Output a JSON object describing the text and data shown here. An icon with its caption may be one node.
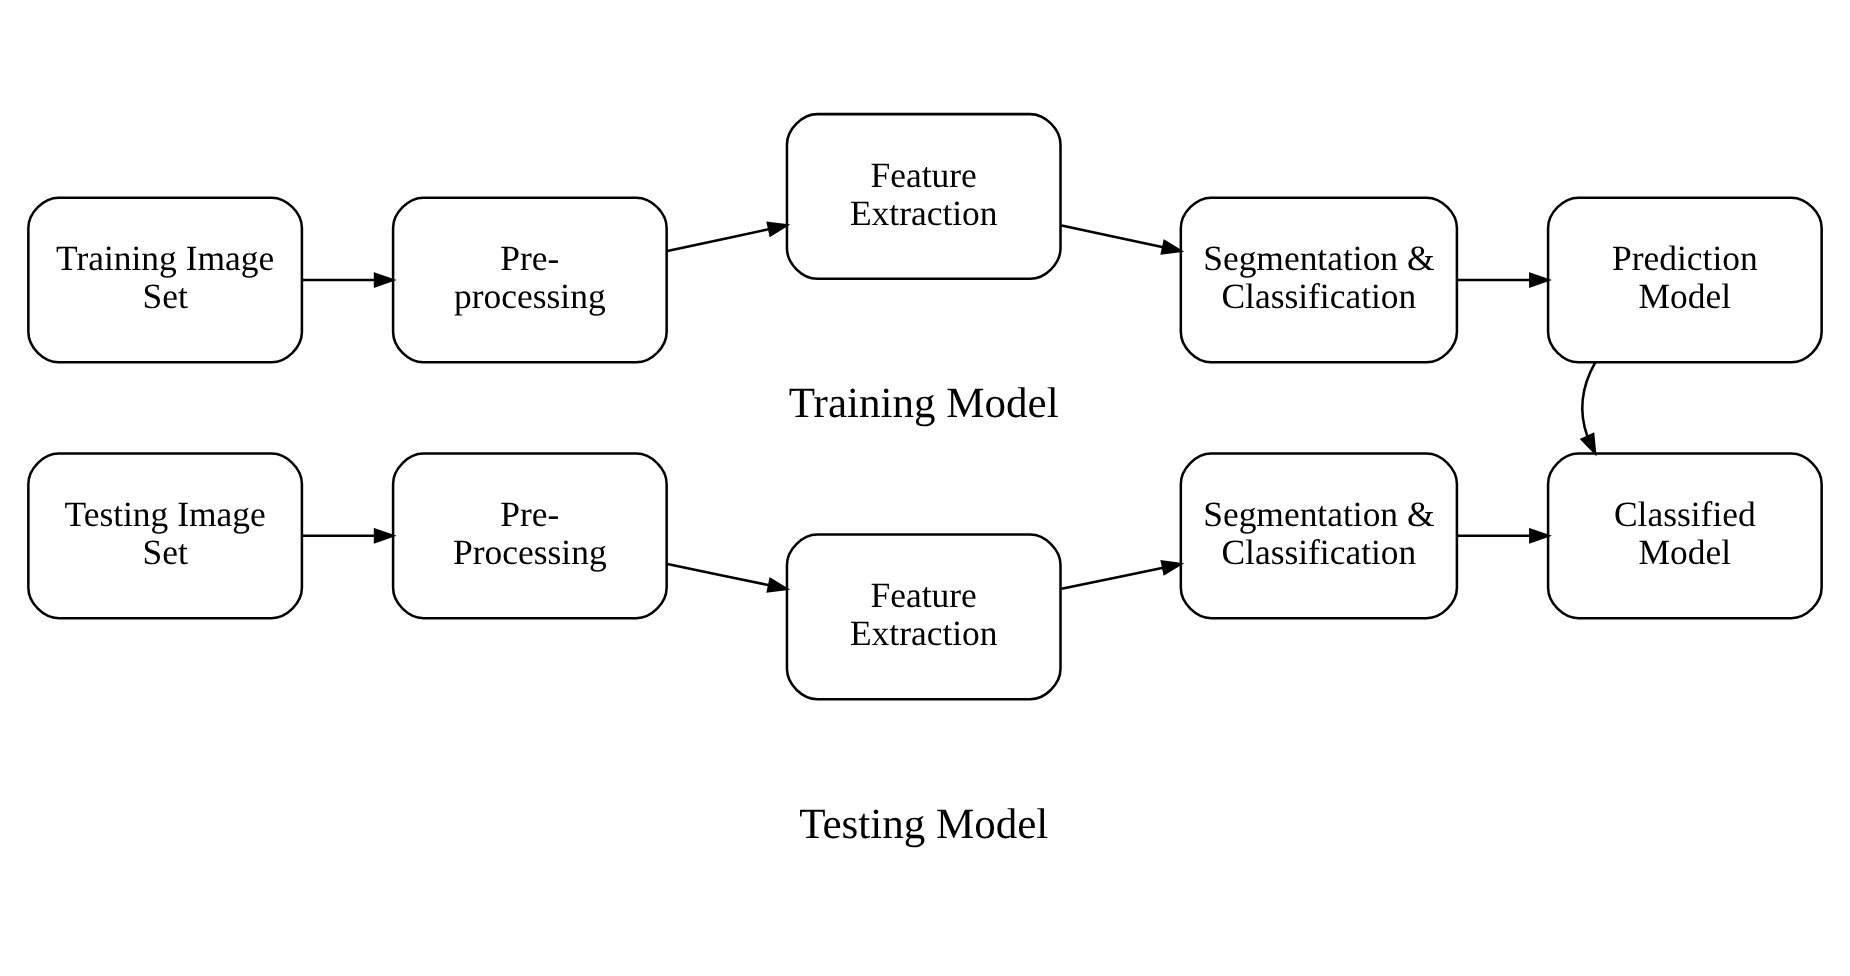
{
  "diagram": {
    "nodes": [
      {
        "text": [
          "Training Image Set"
        ]
      },
      {
        "text": [
          "Pre- processing"
        ]
      },
      {
        "text": [
          "Feature Extraction"
        ]
      },
      {
        "text": [
          "Segmentation & Classification"
        ]
      },
      {
        "text": [
          "Prediction Model"
        ]
      },
      {
        "text": [
          "Testing Image Set"
        ]
      },
      {
        "text": [
          "Pre- Processing"
        ]
      },
      {
        "text": [
          "Feature Extraction"
        ]
      },
      {
        "text": [
          "Segmentation & Classification"
        ]
      },
      {
        "text": [
          "Classified Model"
        ]
      }
    ],
    "edges": [
      {
        "from": 0,
        "to": 1,
        "arrow": "to"
      },
      {
        "from": 1,
        "to": 2,
        "arrow": "to"
      },
      {
        "from": 2,
        "to": 3,
        "arrow": "to"
      },
      {
        "from": 3,
        "to": 4,
        "arrow": "to"
      },
      {
        "from": 4,
        "to": 9,
        "arrow": "to"
      },
      {
        "from": 5,
        "to": 6,
        "arrow": "to"
      },
      {
        "from": 6,
        "to": 7,
        "arrow": "to"
      },
      {
        "from": 7,
        "to": 8,
        "arrow": "to"
      },
      {
        "from": 8,
        "to": 9,
        "arrow": "to"
      }
    ],
    "labels": [
      "Training Model",
      "Testing Model"
    ]
  }
}
